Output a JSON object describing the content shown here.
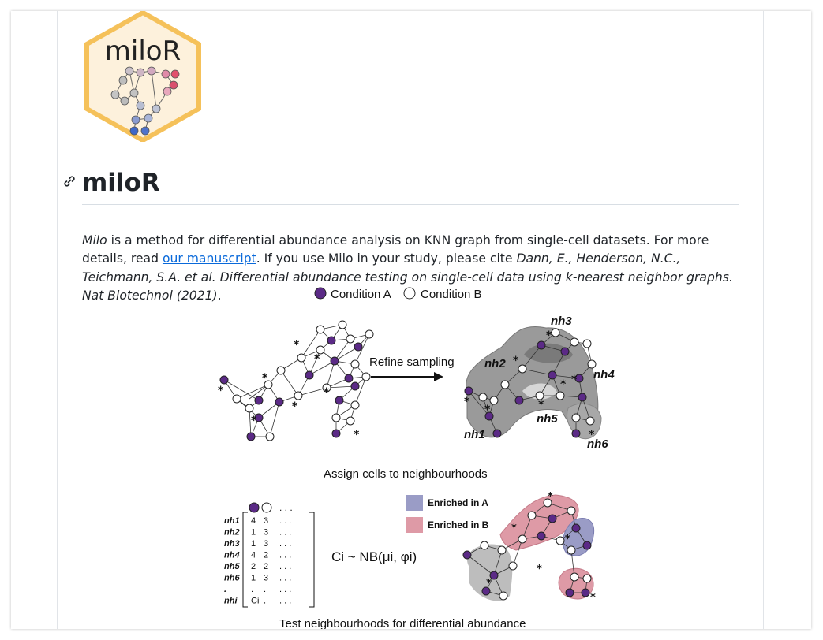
{
  "logo": {
    "text": "miloR",
    "border_color": "#f5c15a",
    "fill_color": "#fdf1dc"
  },
  "heading": {
    "title": "miloR",
    "anchor_icon": "link-icon"
  },
  "intro": {
    "milo": "Milo",
    "text1": " is a method for differential abundance analysis on KNN graph from single-cell datasets. For more details, read ",
    "link_text": "our manuscript",
    "text2": ". If you use Milo in your study, please cite ",
    "citation": "Dann, E., Henderson, N.C., Teichmann, S.A. et al. Differential abundance testing on single-cell data using k-nearest neighbor graphs. Nat Biotechnol (2021)",
    "text3": "."
  },
  "figure": {
    "legend_a": "Condition A",
    "legend_b": "Condition B",
    "refine_label": "Refine sampling",
    "nh_labels": [
      "nh1",
      "nh2",
      "nh3",
      "nh4",
      "nh5",
      "nh6"
    ],
    "step1_caption": "Assign cells to neighbourhoods",
    "enriched_a": "Enriched in A",
    "enriched_b": "Enriched in B",
    "formula": "Ci ~ NB(μi, φi)",
    "matrix_rows": [
      {
        "label": "nh1",
        "a": "4",
        "b": "3"
      },
      {
        "label": "nh2",
        "a": "1",
        "b": "3"
      },
      {
        "label": "nh3",
        "a": "1",
        "b": "3"
      },
      {
        "label": "nh4",
        "a": "4",
        "b": "2"
      },
      {
        "label": "nh5",
        "a": "2",
        "b": "2"
      },
      {
        "label": "nh6",
        "a": "1",
        "b": "3"
      },
      {
        "label": ".",
        "a": ".",
        "b": "."
      },
      {
        "label": "nhi",
        "a": "Ci",
        "b": "."
      }
    ],
    "step2_caption": "Test neighbourhoods for differential abundance",
    "colors": {
      "condition_a": "#5b2a86",
      "enriched_a": "#9a9cc6",
      "enriched_b": "#de9aa6",
      "nh_gray": "#9a9a9a"
    }
  }
}
